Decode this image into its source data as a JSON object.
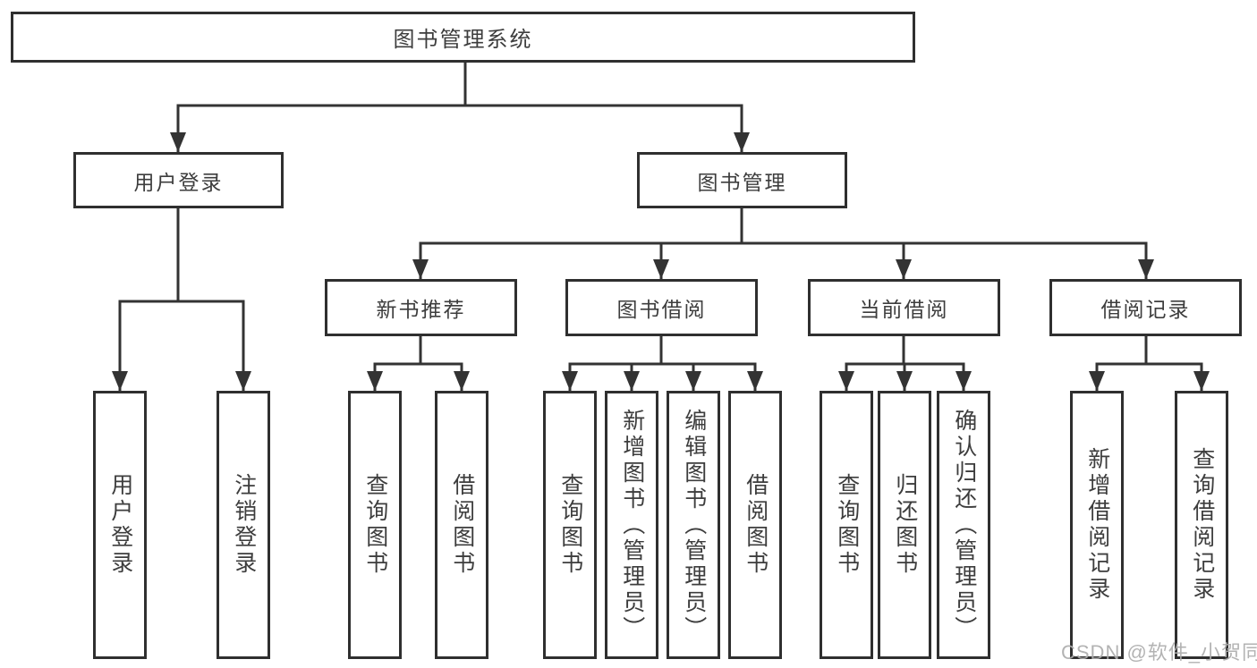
{
  "watermark": "CSDN @软件_小贺同学",
  "colors": {
    "line": "#333333",
    "box_border": "#2f2f2f",
    "text": "#3d3d3d",
    "background": "#ffffff",
    "watermark": "#acacac"
  },
  "tree": {
    "root": "图书管理系统",
    "user_login": {
      "label": "用户登录",
      "children": [
        "用户登录",
        "注销登录"
      ]
    },
    "book_mgmt": {
      "label": "图书管理"
    },
    "sections": [
      {
        "label": "新书推荐",
        "children": [
          "查询图书",
          "借阅图书"
        ]
      },
      {
        "label": "图书借阅",
        "children": [
          "查询图书",
          "新增图书（管理员）",
          "编辑图书（管理员）",
          "借阅图书"
        ]
      },
      {
        "label": "当前借阅",
        "children": [
          "查询图书",
          "归还图书",
          "确认归还（管理员）"
        ]
      },
      {
        "label": "借阅记录",
        "children": [
          "新增借阅记录",
          "查询借阅记录"
        ]
      }
    ]
  }
}
